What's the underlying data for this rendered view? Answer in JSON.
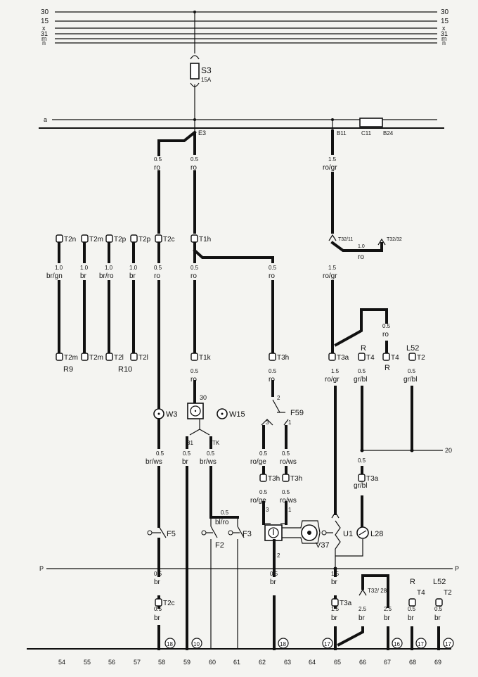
{
  "rails": {
    "top": [
      "30",
      "15",
      "x",
      "31",
      "m",
      "n"
    ],
    "top_right": [
      "30",
      "15",
      "x",
      "31",
      "m",
      "n"
    ],
    "a": "a",
    "p_left": "P",
    "p_right": "P",
    "row_20": "20"
  },
  "fuse": {
    "name": "S3",
    "rating": "15A"
  },
  "terminals": {
    "e3": "E3",
    "b11": "B11",
    "c11": "C11",
    "b24": "B24",
    "t32_11": "T32/11",
    "t32_32": "T32/32",
    "t32_28": "T32/ 28"
  },
  "connectors": {
    "t2n": "T2n",
    "t2m": "T2m",
    "t2p": "T2p",
    "t2c": "T2c",
    "t1h": "T1h",
    "t2m_b": "T2m",
    "t2m_c": "T2m",
    "t2l_a": "T2l",
    "t2l_b": "T2l",
    "t1k": "T1k",
    "t3h": "T3h",
    "t3a": "T3a",
    "t4": "T4",
    "t2": "T2"
  },
  "wires": {
    "w_05_ro": "0.5",
    "ro": "ro",
    "w_15": "1.5",
    "ro_gr": "ro/gr",
    "w_10": "1.0",
    "br_gn": "br/gn",
    "br": "br",
    "br_ro": "br/ro",
    "gr_bl": "gr/bl",
    "br_ws": "br/ws",
    "ro_ge": "ro/ge",
    "ro_ws": "ro/ws",
    "bl_ro": "bl/ro",
    "w_25": "2.5"
  },
  "components": {
    "r9": "R9",
    "r10": "R10",
    "w3": "W3",
    "w15": "W15",
    "f59": "F59",
    "f5": "F5",
    "f2": "F2",
    "f3": "F3",
    "v37": "V37",
    "u1": "U1",
    "l28": "L28",
    "r": "R",
    "l52": "L52"
  },
  "pins": {
    "p30": "30",
    "p31": "31",
    "ptk": "TK",
    "p2": "2",
    "p3": "3",
    "p1": "1"
  },
  "ground_refs": [
    "18",
    "10",
    "18",
    "17",
    "16",
    "17",
    "17"
  ],
  "columns": [
    "54",
    "55",
    "56",
    "57",
    "58",
    "59",
    "60",
    "61",
    "62",
    "63",
    "64",
    "65",
    "66",
    "67",
    "68",
    "69"
  ]
}
